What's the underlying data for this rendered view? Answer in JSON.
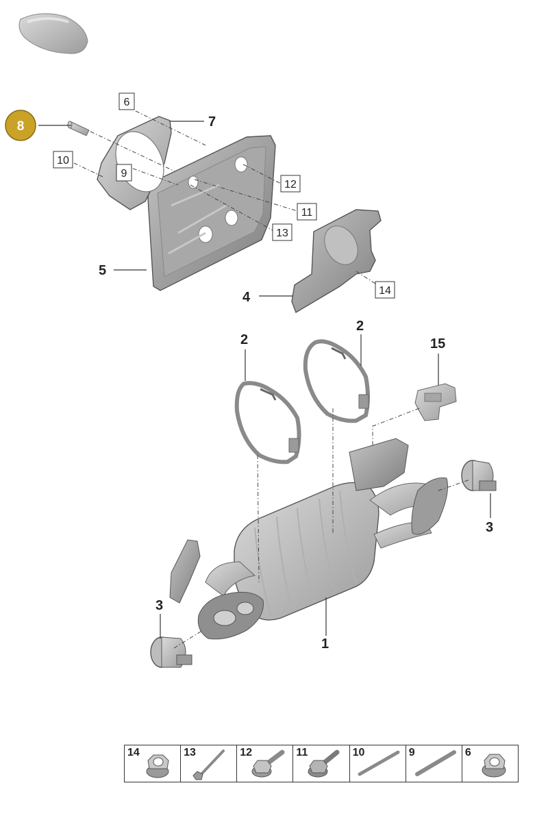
{
  "callouts": {
    "c1": "1",
    "c2a": "2",
    "c2b": "2",
    "c3a": "3",
    "c3b": "3",
    "c4": "4",
    "c5": "5",
    "c6": "6",
    "c7": "7",
    "c8": "8",
    "c9": "9",
    "c10": "10",
    "c11": "11",
    "c12": "12",
    "c13": "13",
    "c14": "14",
    "c15": "15"
  },
  "legend": [
    {
      "num": "14",
      "icon": "flange-nut-icon"
    },
    {
      "num": "13",
      "icon": "long-bolt-icon"
    },
    {
      "num": "12",
      "icon": "hex-bolt-icon"
    },
    {
      "num": "11",
      "icon": "hex-bolt-icon"
    },
    {
      "num": "10",
      "icon": "stud-icon"
    },
    {
      "num": "9",
      "icon": "stud-icon"
    },
    {
      "num": "6",
      "icon": "flange-nut-icon"
    }
  ],
  "colors": {
    "highlight": "#c9a227",
    "part_fill": "#b9b9b9",
    "part_light": "#d6d6d6"
  }
}
